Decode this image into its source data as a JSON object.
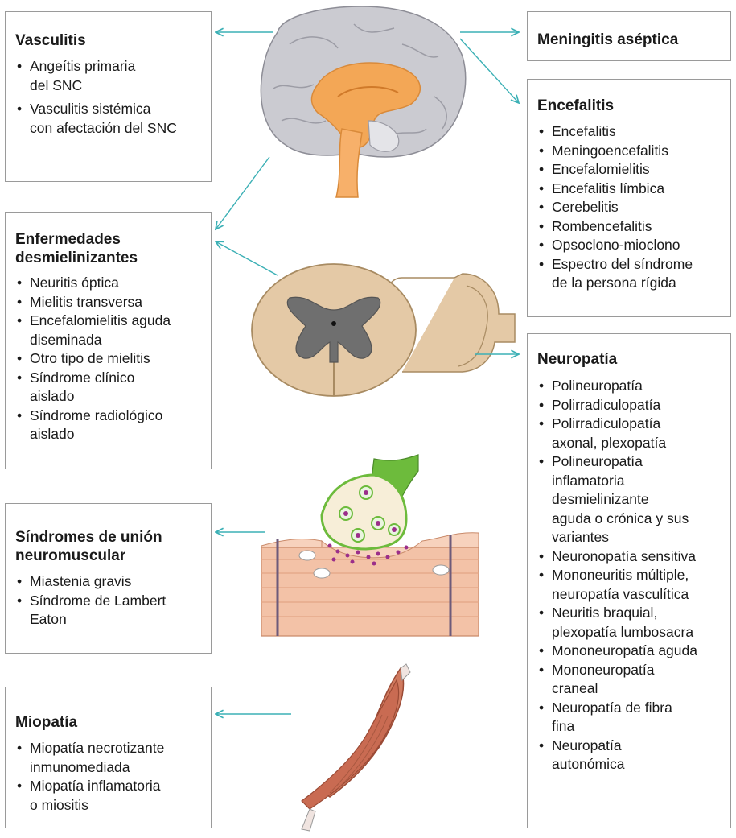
{
  "boxes": {
    "vasculitis": {
      "title": "Vasculitis",
      "items": [
        "Angeítis primaria\ndel SNC",
        "Vasculitis sistémica\ncon afectación del SNC"
      ]
    },
    "meningitis": {
      "title": "Meningitis aséptica"
    },
    "encefalitis": {
      "title": "Encefalitis",
      "items": [
        "Encefalitis",
        "Meningoencefalitis",
        "Encefalomielitis",
        "Encefalitis límbica",
        "Cerebelitis",
        "Rombencefalitis",
        "Opsoclono-mioclono",
        "Espectro del síndrome\nde la persona rígida"
      ]
    },
    "desmielinizantes": {
      "title": "Enfermedades\ndesmielinizantes",
      "items": [
        "Neuritis óptica",
        "Mielitis transversa",
        "Encefalomielitis aguda\ndiseminada",
        "Otro tipo de mielitis",
        "Síndrome clínico\naislado",
        "Síndrome radiológico\naislado"
      ]
    },
    "neuropatia": {
      "title": "Neuropatía",
      "items": [
        "Polineuropatía",
        "Polirradiculopatía",
        "Polirradiculopatía\naxonal, plexopatía",
        "Polineuropatía\ninflamatoria\ndesmielinizante\naguda o crónica y sus\nvariantes",
        "Neuronopatía sensitiva",
        "Mononeuritis múltiple,\nneuropatía vasculítica",
        "Neuritis braquial,\nplexopatía lumbosacra",
        "Mononeuropatía aguda",
        "Mononeuropatía\ncraneal",
        "Neuropatía de fibra\nfina",
        "Neuropatía\nautonómica"
      ]
    },
    "union": {
      "title": "Síndromes de unión\nneuromuscular",
      "items": [
        "Miastenia gravis",
        "Síndrome de Lambert\nEaton"
      ]
    },
    "miopatia": {
      "title": "Miopatía",
      "items": [
        "Miopatía necrotizante\ninmunomediada",
        "Miopatía inflamatoria\no miositis"
      ]
    }
  },
  "colors": {
    "arrow": "#3bb0b5",
    "box_border": "#9a9a9a",
    "brain": "#c9c9cf",
    "brain_core": "#f3a756",
    "cord_outer": "#e4c9a6",
    "cord_gray": "#6f6f6f",
    "muscle": "#d07a5f",
    "synapse_green": "#6dbb3c",
    "vesicle_purple": "#9b2e8a"
  },
  "icons": [
    "brain-illustration",
    "spinal-cord-illustration",
    "neuromuscular-junction-illustration",
    "muscle-illustration"
  ]
}
